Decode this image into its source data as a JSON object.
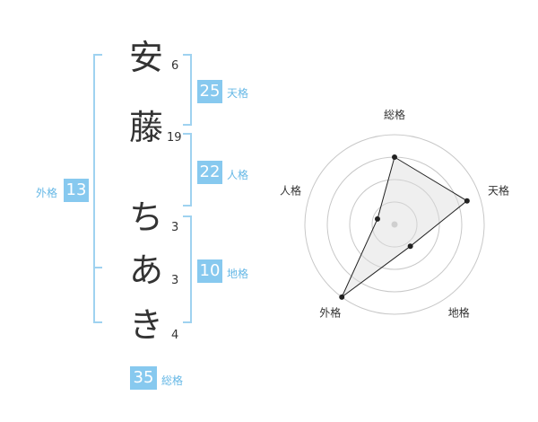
{
  "name_chars": [
    {
      "char": "安",
      "strokes": "6"
    },
    {
      "char": "藤",
      "strokes": "19"
    },
    {
      "char": "ち",
      "strokes": "3"
    },
    {
      "char": "あ",
      "strokes": "3"
    },
    {
      "char": "き",
      "strokes": "4"
    }
  ],
  "kakusu": {
    "tenkaku": {
      "value": "25",
      "label": "天格"
    },
    "jinkaku": {
      "value": "22",
      "label": "人格"
    },
    "chikaku": {
      "value": "10",
      "label": "地格"
    },
    "gaikaku": {
      "value": "13",
      "label": "外格"
    },
    "soukaku": {
      "value": "35",
      "label": "総格"
    }
  },
  "chart_data": {
    "type": "radar",
    "axes": [
      "総格",
      "天格",
      "地格",
      "外格",
      "人格"
    ],
    "values": [
      0.75,
      0.85,
      0.3,
      1.0,
      0.2
    ],
    "rings": 4
  },
  "colors": {
    "accent": "#87c9ef",
    "bracket": "#9fd2f0",
    "label": "#66b8e6"
  }
}
